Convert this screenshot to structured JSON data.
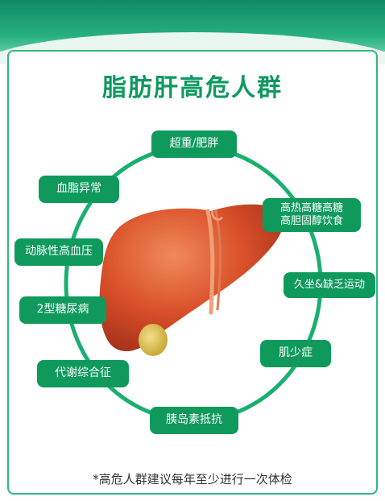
{
  "title": "脂肪肝高危人群",
  "risk_groups": [
    "超重/肥胖",
    "高热高糖高糖\n高胆固醇饮食",
    "久坐&缺乏运动",
    "肌少症",
    "胰岛素抵抗",
    "代谢综合征",
    "2型糖尿病",
    "动脉性高血压",
    "血脂异常"
  ],
  "footnote": "*高危人群建议每年至少进行一次体检",
  "colors": {
    "green": "#0f9a5c",
    "ring": "#19b06e",
    "liver": "#d94a24"
  },
  "illustration": "liver-icon"
}
